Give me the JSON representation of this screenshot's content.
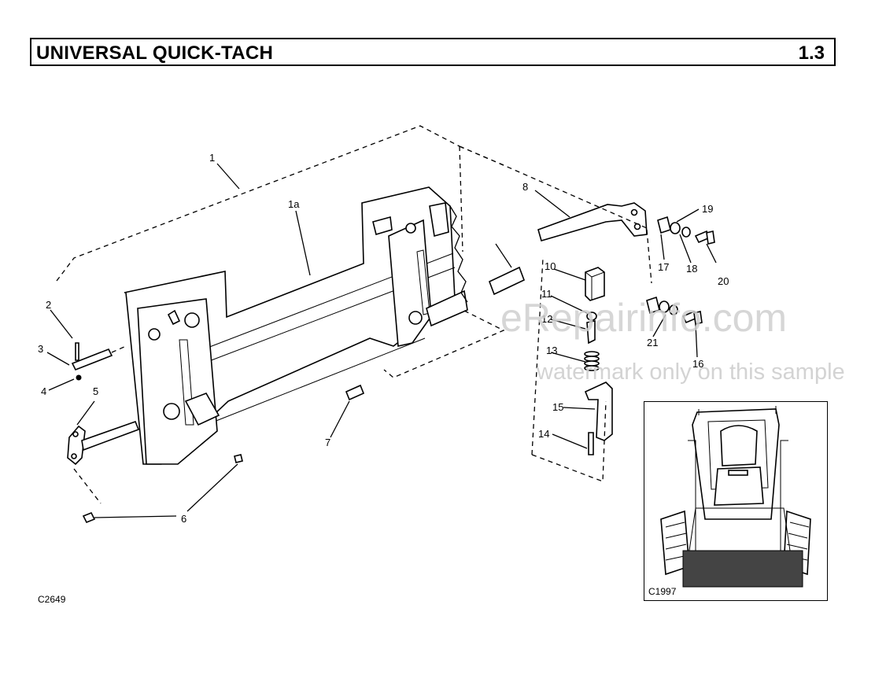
{
  "header": {
    "title": "UNIVERSAL QUICK-TACH",
    "section": "1.3"
  },
  "callouts": [
    "1",
    "1a",
    "2",
    "3",
    "4",
    "5",
    "6",
    "7",
    "8",
    "10",
    "11",
    "12",
    "13",
    "14",
    "15",
    "16",
    "17",
    "18",
    "19",
    "20",
    "21"
  ],
  "figure_ids": {
    "main": "C2649",
    "inset": "C1997"
  },
  "watermark": {
    "line1": "eRepairinfo.com",
    "line2": "watermark only on this sample"
  }
}
